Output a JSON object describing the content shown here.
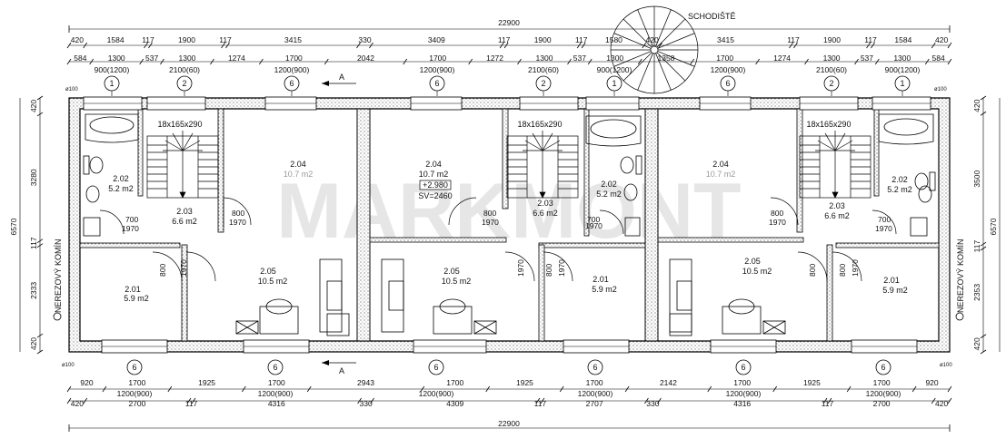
{
  "overall": {
    "top": "22900",
    "bottom": "22900",
    "left_total": "6570",
    "right_total": "6570"
  },
  "stair_label": "SCHODIŠTĚ",
  "watermark": "MARKMONT",
  "top_row1": [
    "420",
    "1584",
    "117",
    "1900",
    "117",
    "3415",
    "330",
    "3409",
    "117",
    "1900",
    "117",
    "1580",
    "420",
    "3415",
    "117",
    "1900",
    "117",
    "1584",
    "420"
  ],
  "top_row2": [
    "584",
    "1300",
    "537",
    "1300",
    "1274",
    "1700",
    "2042",
    "1700",
    "1272",
    "1300",
    "537",
    "1300",
    "1358",
    "1700",
    "1274",
    "1300",
    "537",
    "1300",
    "584"
  ],
  "top_row3": [
    "900(1200)",
    "2100(60)",
    "1200(900)",
    "1200(900)",
    "2100(60)",
    "900(1200)",
    "1200(900)",
    "2100(60)",
    "900(1200)"
  ],
  "bottom_row1": [
    "920",
    "1700",
    "1925",
    "1700",
    "2943",
    "1700",
    "1925",
    "1700",
    "2142",
    "1700",
    "1925",
    "1700",
    "920"
  ],
  "bottom_row2": [
    "1200(900)",
    "1200(900)",
    "1200(900)",
    "1200(900)",
    "1200(900)",
    "1200(900)"
  ],
  "bottom_row3": [
    "420",
    "2700",
    "117",
    "4316",
    "330",
    "4309",
    "117",
    "2707",
    "330",
    "4316",
    "117",
    "2700",
    "420"
  ],
  "left_dims": [
    "420",
    "3280",
    "117",
    "2333",
    "420"
  ],
  "right_dims": [
    "420",
    "3500",
    "117",
    "2353",
    "420"
  ],
  "marker_top": [
    "1",
    "2",
    "6",
    "6",
    "2",
    "1",
    "6",
    "2",
    "1"
  ],
  "marker_bottom": [
    "6",
    "6",
    "6",
    "6",
    "6",
    "6"
  ],
  "section_mark": "A",
  "chimney": "NEREZOVÝ KOMÍN",
  "stair_spec": "18x165x290",
  "rooms": {
    "r201": {
      "id": "2.01",
      "area": "5.9 m2"
    },
    "r202": {
      "id": "2.02",
      "area": "5.2 m2"
    },
    "r203": {
      "id": "2.03",
      "area": "6.6 m2"
    },
    "r204": {
      "id": "2.04",
      "area": "10.7 m2"
    },
    "r205": {
      "id": "2.05",
      "area": "10.5 m2"
    }
  },
  "level": "+2.980",
  "sv": "SV=2460",
  "door_800": "800",
  "door_700": "700",
  "door_1970": "1970",
  "dia": "ø100"
}
